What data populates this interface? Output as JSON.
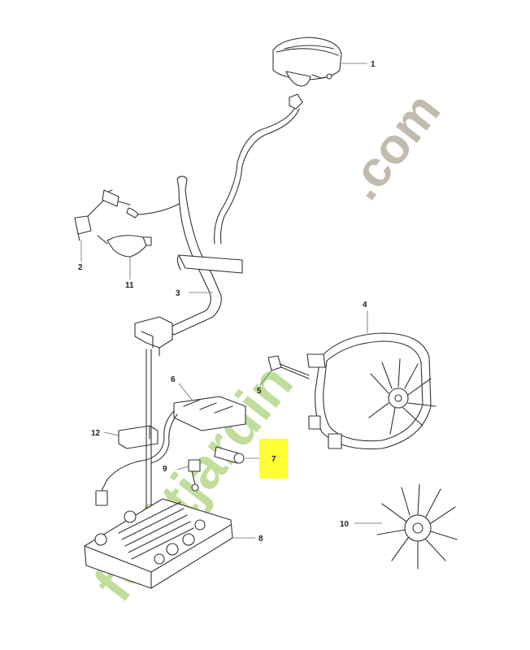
{
  "watermark": {
    "text_green": "forêtjardin",
    "text_gray": ".com",
    "color_green": "#b6d98a",
    "color_orange": "#f5a93a",
    "color_gray": "#bdb5a6"
  },
  "highlight_color": "#ffff33",
  "callouts": [
    {
      "id": "1",
      "label": "1"
    },
    {
      "id": "2",
      "label": "2"
    },
    {
      "id": "3",
      "label": "3"
    },
    {
      "id": "4",
      "label": "4"
    },
    {
      "id": "5",
      "label": "5"
    },
    {
      "id": "6",
      "label": "6"
    },
    {
      "id": "7",
      "label": "7",
      "highlighted": true
    },
    {
      "id": "8",
      "label": "8"
    },
    {
      "id": "9",
      "label": "9"
    },
    {
      "id": "10",
      "label": "10"
    },
    {
      "id": "11",
      "label": "11"
    },
    {
      "id": "12",
      "label": "12"
    }
  ]
}
